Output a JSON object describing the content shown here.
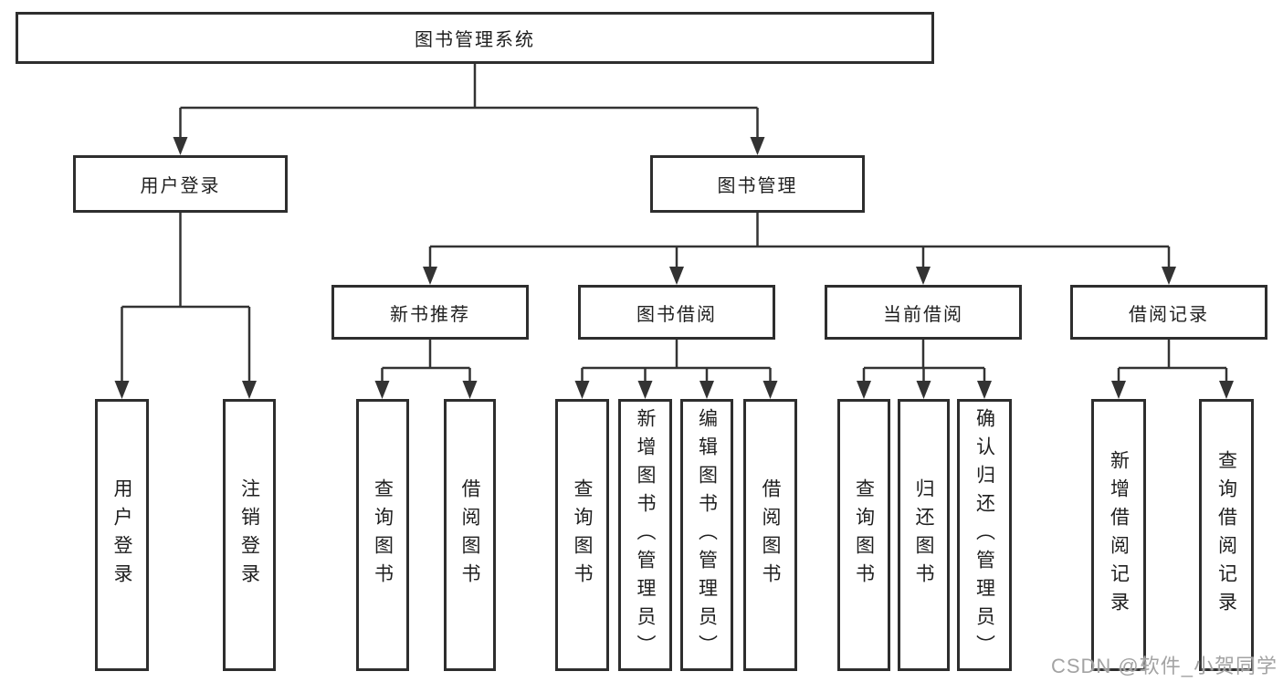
{
  "colors": {
    "line": "#333333",
    "box-border": "#2e2e2e",
    "text": "#1f1f1f",
    "watermark": "#a3a3a3",
    "background": "#ffffff"
  },
  "watermark": "CSDN @软件_小贺同学",
  "tree": {
    "label": "图书管理系统",
    "children": [
      {
        "label": "用户登录",
        "children": [
          {
            "label": "用户登录"
          },
          {
            "label": "注销登录"
          }
        ]
      },
      {
        "label": "图书管理",
        "children": [
          {
            "label": "新书推荐",
            "children": [
              {
                "label": "查询图书"
              },
              {
                "label": "借阅图书"
              }
            ]
          },
          {
            "label": "图书借阅",
            "children": [
              {
                "label": "查询图书"
              },
              {
                "label": "新增图书（管理员）"
              },
              {
                "label": "编辑图书（管理员）"
              },
              {
                "label": "借阅图书"
              }
            ]
          },
          {
            "label": "当前借阅",
            "children": [
              {
                "label": "查询图书"
              },
              {
                "label": "归还图书"
              },
              {
                "label": "确认归还（管理员）"
              }
            ]
          },
          {
            "label": "借阅记录",
            "children": [
              {
                "label": "新增借阅记录"
              },
              {
                "label": "查询借阅记录"
              }
            ]
          }
        ]
      }
    ]
  }
}
